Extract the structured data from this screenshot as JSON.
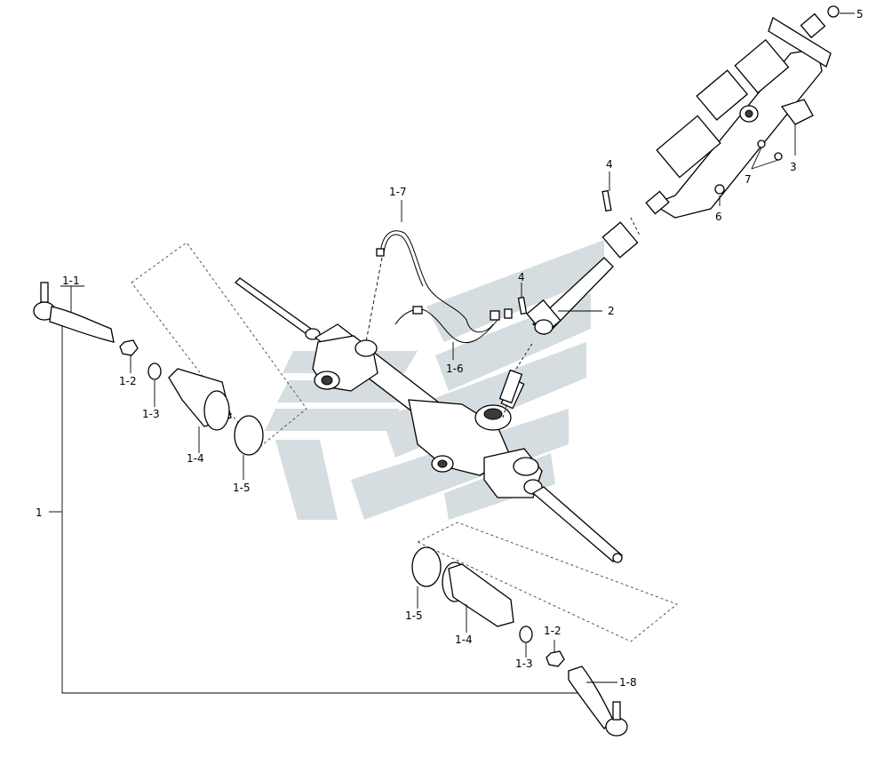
{
  "colors": {
    "background": "#ffffff",
    "ink": "#000000",
    "watermark": "#d5dde0"
  },
  "labels": {
    "l_1": "1",
    "l_1_1": "1-1",
    "l_1_2a": "1-2",
    "l_1_3a": "1-3",
    "l_1_4a": "1-4",
    "l_1_5a": "1-5",
    "l_1_6": "1-6",
    "l_1_7": "1-7",
    "l_1_5b": "1-5",
    "l_1_4b": "1-4",
    "l_1_3b": "1-3",
    "l_1_2b": "1-2",
    "l_1_8": "1-8",
    "l_2": "2",
    "l_3": "3",
    "l_4a": "4",
    "l_4b": "4",
    "l_5": "5",
    "l_6": "6",
    "l_7": "7"
  }
}
